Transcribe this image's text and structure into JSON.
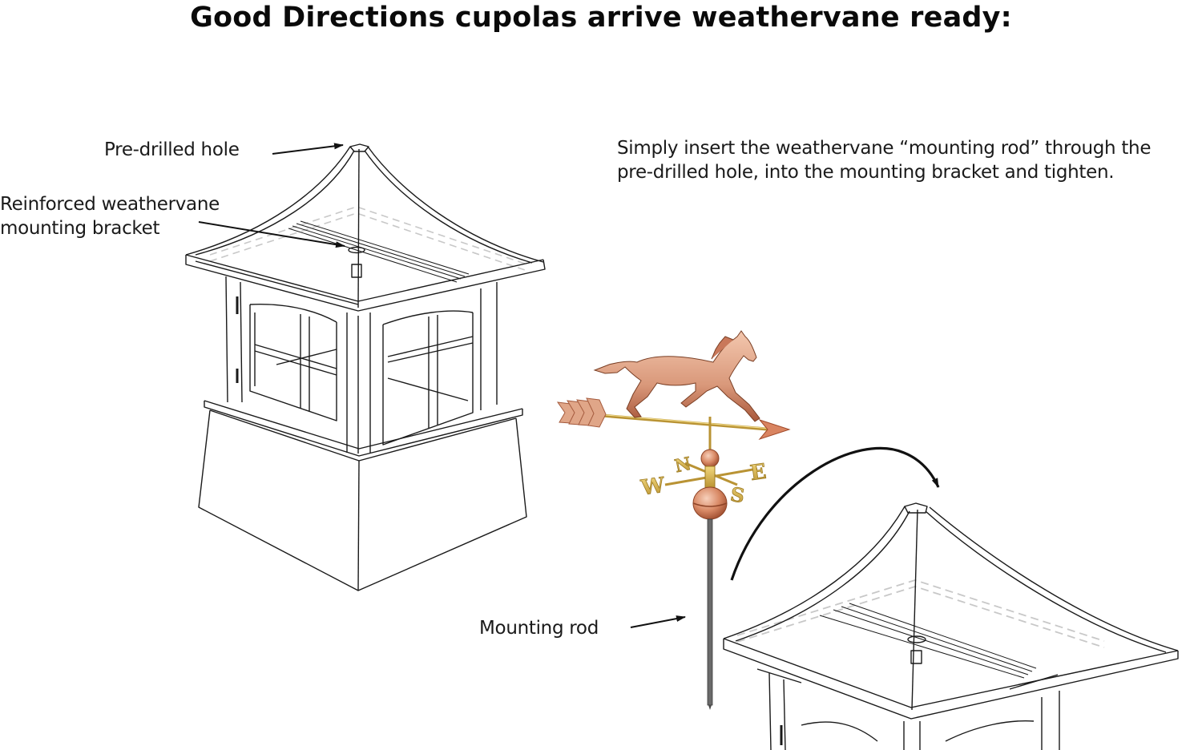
{
  "header": {
    "title": "Good Directions cupolas arrive weathervane ready:"
  },
  "callouts": {
    "pre_drilled_hole": "Pre-drilled hole",
    "bracket_line1": "Reinforced weathervane",
    "bracket_line2": "mounting bracket",
    "mounting_rod": "Mounting rod"
  },
  "instructions": {
    "line1": "Simply insert the weathervane “mounting rod” through the",
    "line2": "pre-drilled hole, into the mounting bracket and tighten."
  },
  "weathervane": {
    "figure": "running-horse",
    "compass_letters": [
      "N",
      "E",
      "S",
      "W"
    ],
    "colors": {
      "copper": "#d9987a",
      "copper_dark": "#a9583b",
      "brass": "#d6b24c",
      "rod": "#5a5a5a"
    }
  },
  "diagram": {
    "line_color": "#1a1a1a",
    "dashed_color": "#c8c8c8"
  }
}
